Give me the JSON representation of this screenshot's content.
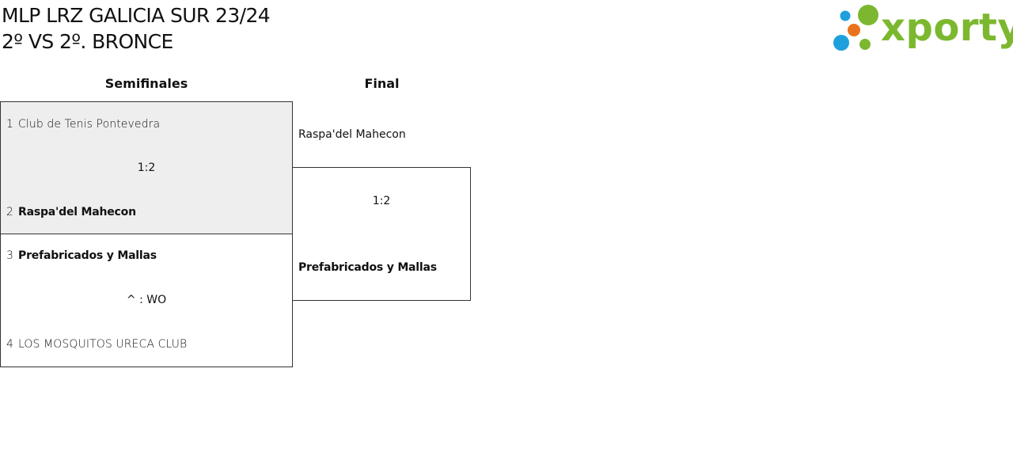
{
  "header": {
    "title_line1": "MLP LRZ GALICIA SUR 23/24",
    "title_line2": "2º VS 2º. BRONCE"
  },
  "logo": {
    "text": "xporty",
    "colors": {
      "green": "#7cb82f",
      "blue": "#1ea0dc",
      "orange": "#e8731c"
    }
  },
  "rounds": {
    "semifinal_label": "Semifinales",
    "final_label": "Final"
  },
  "semifinals": [
    {
      "team1": {
        "seed": "1",
        "name": "Club de Tenis Pontevedra"
      },
      "score": "1:2",
      "team2": {
        "seed": "2",
        "name": "Raspa'del Mahecon"
      },
      "winner": "team2"
    },
    {
      "team1": {
        "seed": "3",
        "name": "Prefabricados y Mallas"
      },
      "score": "^ : WO",
      "team2": {
        "seed": "4",
        "name": "LOS MOSQUITOS URECA CLUB"
      },
      "winner": "team1"
    }
  ],
  "final": {
    "team1": "Raspa'del Mahecon",
    "score": "1:2",
    "team2": "Prefabricados y Mallas"
  },
  "colors": {
    "highlight_bg": "#eeeeee",
    "border": "#333333"
  }
}
